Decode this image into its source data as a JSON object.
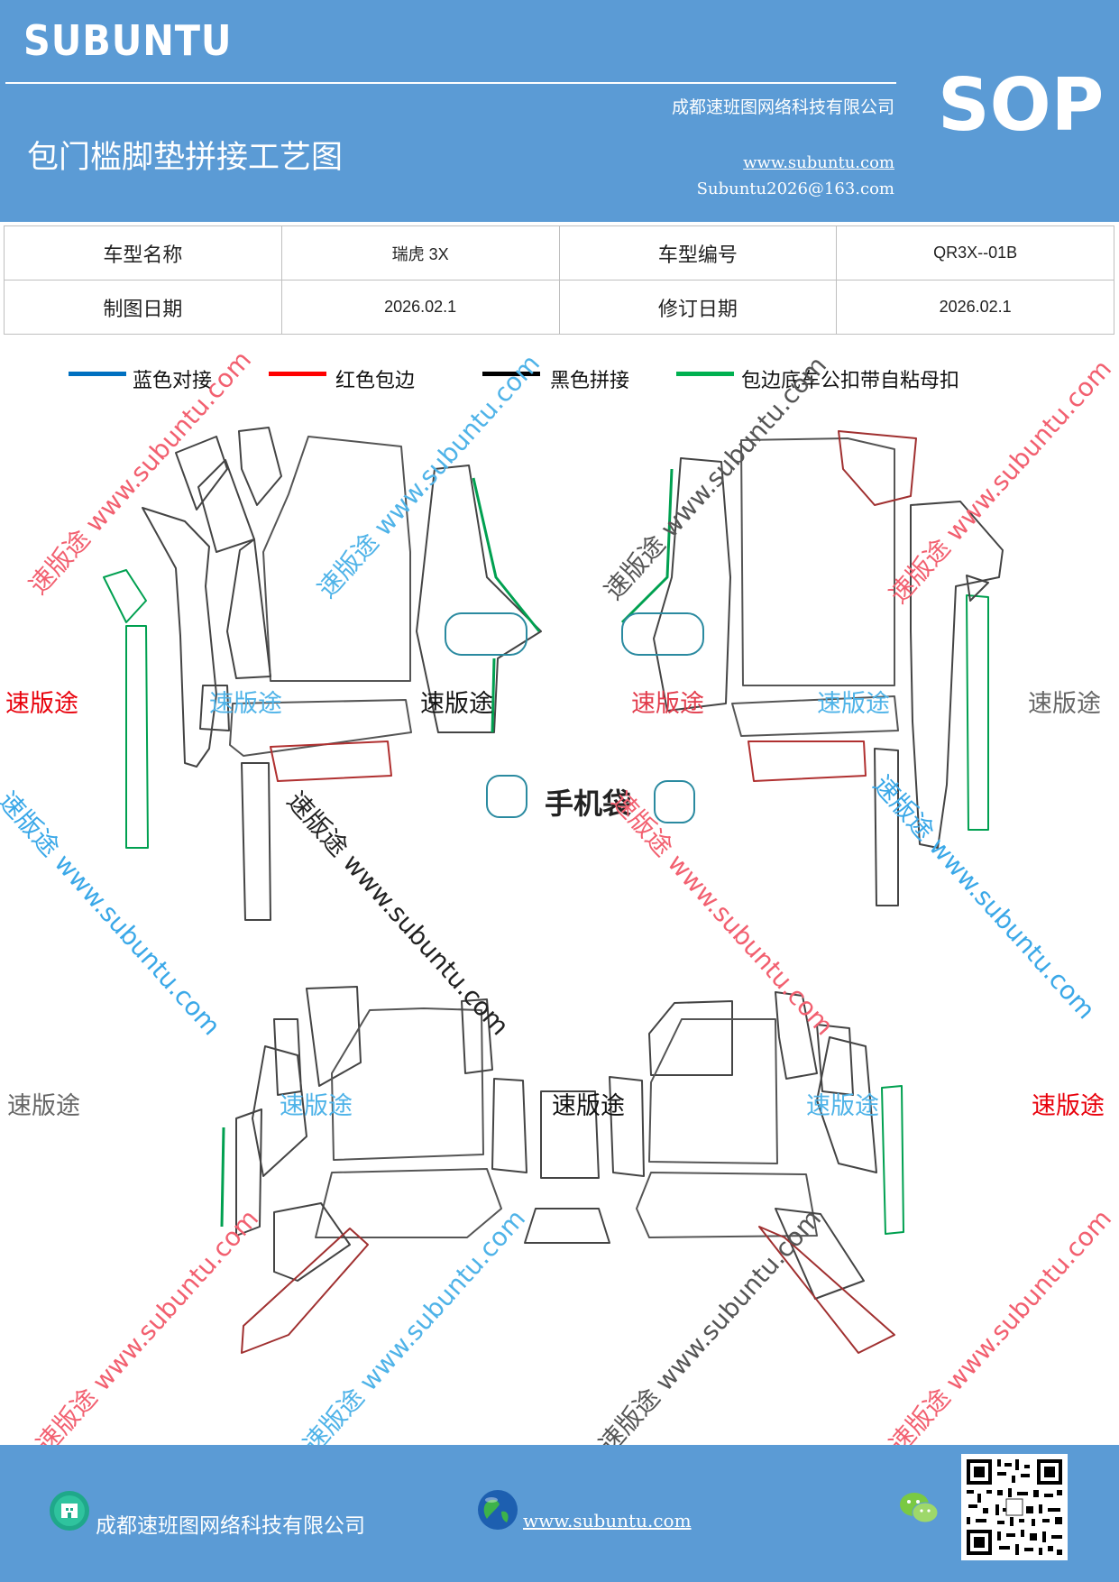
{
  "header": {
    "brand": "SUBUNTU",
    "company": "成都速班图网络科技有限公司",
    "title": "包门槛脚垫拼接工艺图",
    "website": "www.subuntu.com",
    "email": "Subuntu2026@163.com",
    "badge": "SOP"
  },
  "info": {
    "model_name_label": "车型名称",
    "model_name_value": "瑞虎 3X",
    "model_code_label": "车型编号",
    "model_code_value": "QR3X--01B",
    "draw_date_label": "制图日期",
    "draw_date_value": "2026.02.1",
    "revise_date_label": "修订日期",
    "revise_date_value": "2026.02.1"
  },
  "legend": [
    {
      "label": "蓝色对接",
      "color": "#0070c0"
    },
    {
      "label": "红色包边",
      "color": "#ff0000"
    },
    {
      "label": "黑色拼接",
      "color": "#000000"
    },
    {
      "label": "包边底车公扣带自粘母扣",
      "color": "#00b050"
    }
  ],
  "watermarks": {
    "brand_cn": "速版途",
    "url": "www.subuntu.com"
  },
  "phone_bag": "手机袋",
  "footer": {
    "company": "成都速班图网络科技有限公司",
    "website": "www.subuntu.com"
  },
  "icons": [
    "building-icon",
    "globe-icon",
    "wechat-icon",
    "qr-code"
  ]
}
